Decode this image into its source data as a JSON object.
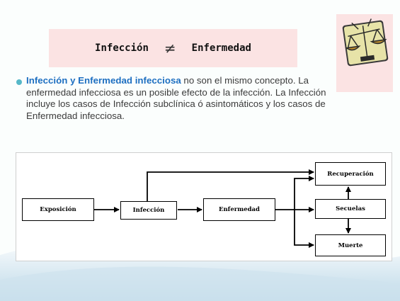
{
  "title": {
    "left": "Infección",
    "symbol": "≠",
    "right": "Enfermedad"
  },
  "clipart": {
    "icon": "scales-of-justice-icon"
  },
  "paragraph": {
    "highlight": "Infección y Enfermedad infecciosa",
    "rest": " no son el mismo concepto. La enfermedad infecciosa es un posible efecto de la infección. La Infección incluye los casos de Infección subclínica ó asintomáticos y los casos de Enfermedad infecciosa."
  },
  "diagram": {
    "nodes": {
      "exposicion": "Exposición",
      "infeccion": "Infección",
      "enfermedad": "Enfermedad",
      "recuperacion": "Recuperación",
      "secuelas": "Secuelas",
      "muerte": "Muerte"
    }
  },
  "colors": {
    "accent": "#56b8c8",
    "highlight_text": "#1e6fc1",
    "title_bg": "#fbe3e3",
    "wave": "#cfe3ee"
  }
}
